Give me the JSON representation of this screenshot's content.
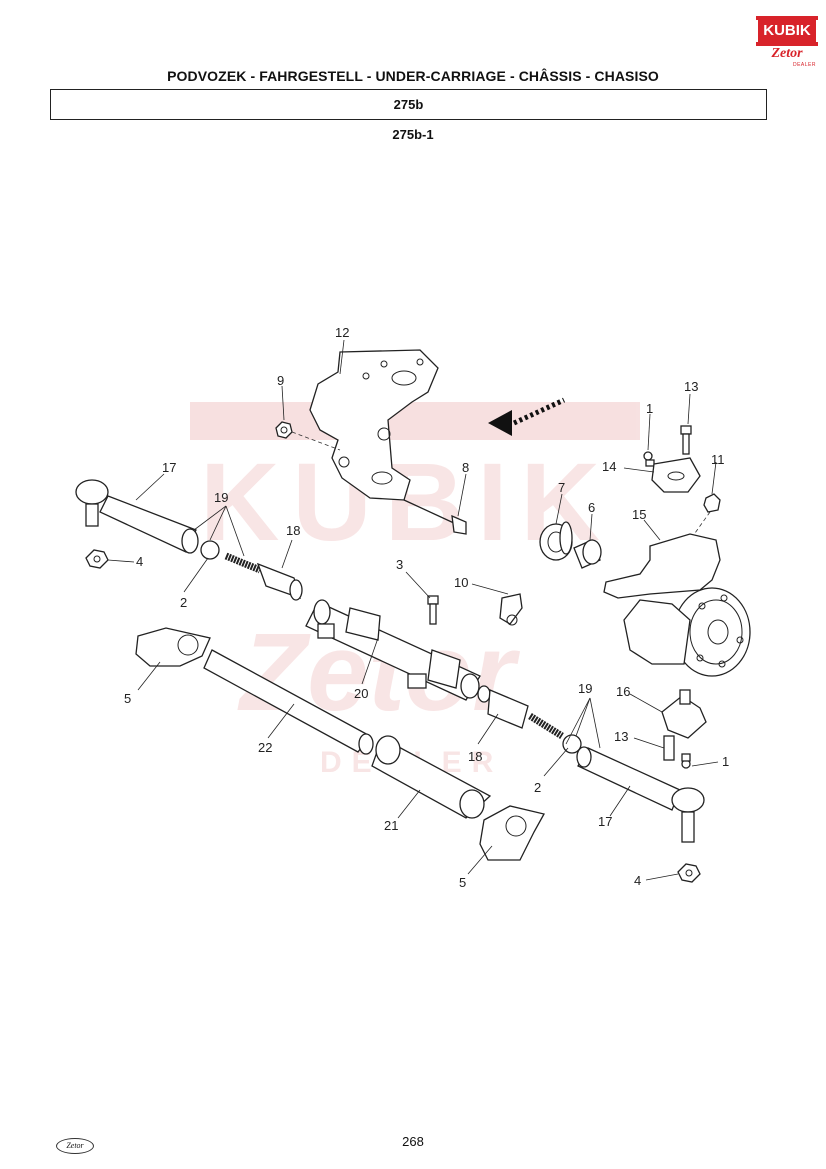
{
  "header": {
    "title": "PODVOZEK - FAHRGESTELL - UNDER-CARRIAGE - CHÂSSIS - CHASISO",
    "section": "275b",
    "figure_id": "275b-1"
  },
  "logo": {
    "top_word": "KUBIK",
    "brand": "Zetor",
    "tagline": "DEALER"
  },
  "watermark": {
    "word": "KUBIK",
    "brand": "Zetor",
    "tagline": "DEALER"
  },
  "footer": {
    "page_number": "268",
    "logo_text": "Zetor"
  },
  "callouts": [
    {
      "id": "c12",
      "label": "12"
    },
    {
      "id": "c9",
      "label": "9"
    },
    {
      "id": "c13a",
      "label": "13"
    },
    {
      "id": "c1a",
      "label": "1"
    },
    {
      "id": "c14",
      "label": "14"
    },
    {
      "id": "c11",
      "label": "11"
    },
    {
      "id": "c17a",
      "label": "17"
    },
    {
      "id": "c19a",
      "label": "19"
    },
    {
      "id": "c8",
      "label": "8"
    },
    {
      "id": "c7",
      "label": "7"
    },
    {
      "id": "c6",
      "label": "6"
    },
    {
      "id": "c15",
      "label": "15"
    },
    {
      "id": "c18a",
      "label": "18"
    },
    {
      "id": "c4a",
      "label": "4"
    },
    {
      "id": "c2a",
      "label": "2"
    },
    {
      "id": "c3",
      "label": "3"
    },
    {
      "id": "c10",
      "label": "10"
    },
    {
      "id": "c5a",
      "label": "5"
    },
    {
      "id": "c20",
      "label": "20"
    },
    {
      "id": "c22",
      "label": "22"
    },
    {
      "id": "c19b",
      "label": "19"
    },
    {
      "id": "c16",
      "label": "16"
    },
    {
      "id": "c18b",
      "label": "18"
    },
    {
      "id": "c13b",
      "label": "13"
    },
    {
      "id": "c1b",
      "label": "1"
    },
    {
      "id": "c2b",
      "label": "2"
    },
    {
      "id": "c21",
      "label": "21"
    },
    {
      "id": "c17b",
      "label": "17"
    },
    {
      "id": "c5b",
      "label": "5"
    },
    {
      "id": "c4b",
      "label": "4"
    }
  ]
}
